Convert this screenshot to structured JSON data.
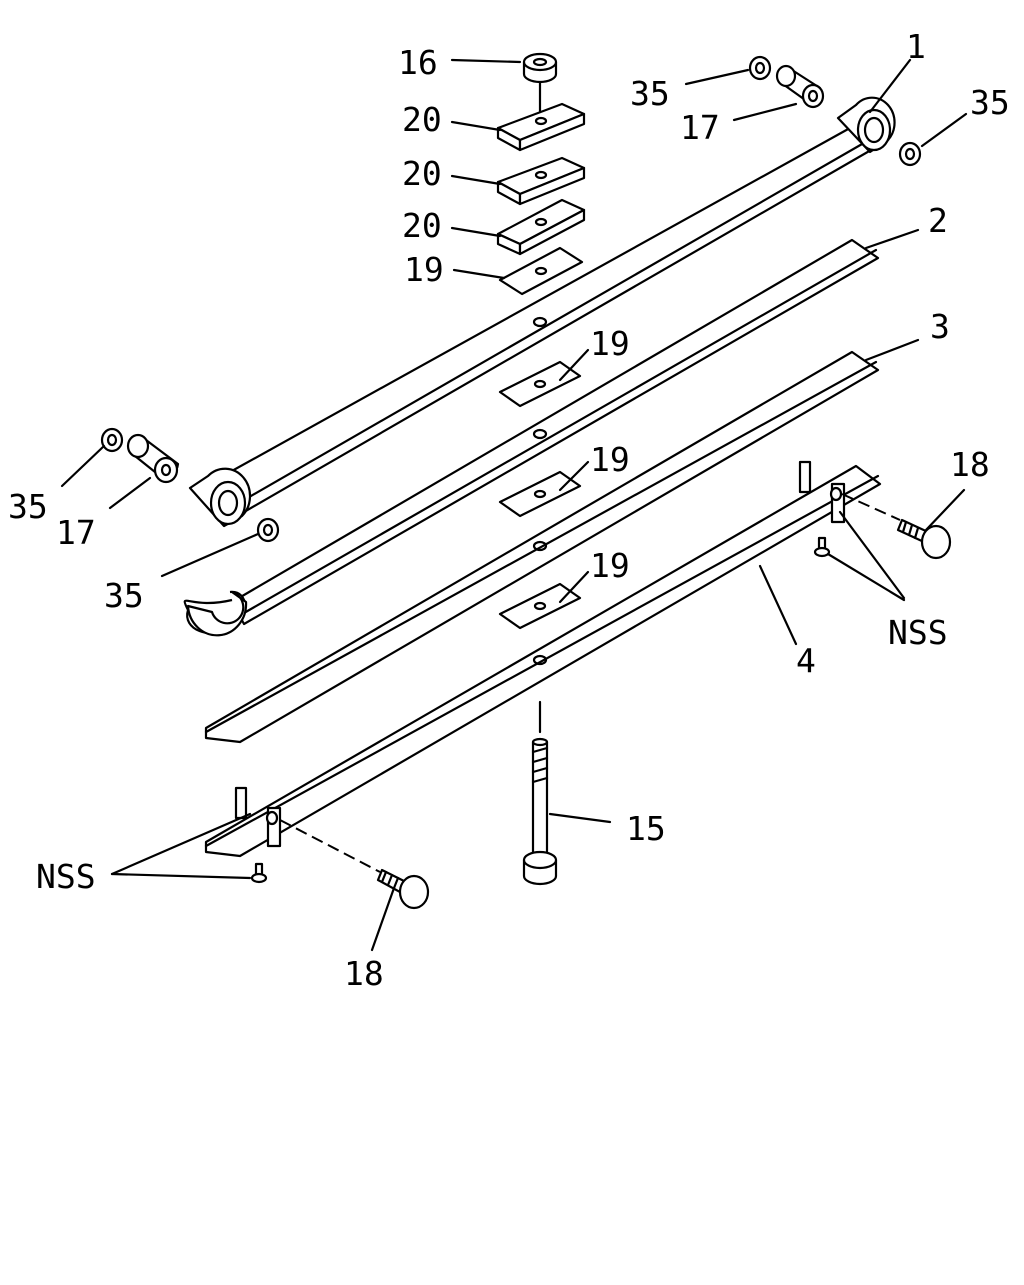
{
  "callouts": {
    "c1": "1",
    "c2": "2",
    "c3": "3",
    "c4": "4",
    "c15": "15",
    "c16": "16",
    "c17_top": "17",
    "c17_left": "17",
    "c18_right": "18",
    "c18_bottom": "18",
    "c19_top": "19",
    "c19_a": "19",
    "c19_b": "19",
    "c19_c": "19",
    "c20_a": "20",
    "c20_b": "20",
    "c20_c": "20",
    "c35_top": "35",
    "c35_topright": "35",
    "c35_left": "35",
    "c35_mid": "35",
    "nss_right": "NSS",
    "nss_left": "NSS"
  }
}
